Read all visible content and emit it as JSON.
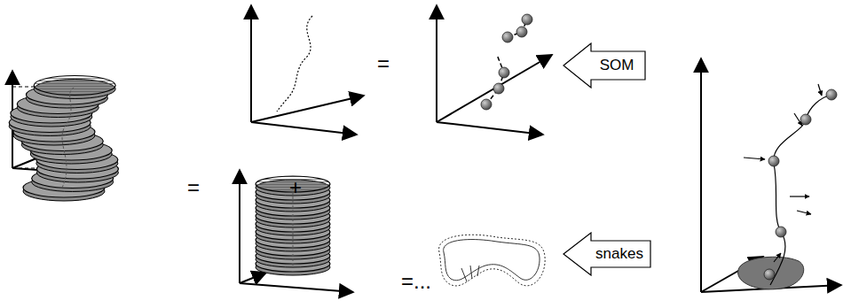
{
  "diagram": {
    "nodes": [
      {
        "text": [
          "SOM"
        ]
      },
      {
        "text": [
          "snakes"
        ]
      }
    ],
    "labels": [
      "=",
      "=",
      "+",
      "=..."
    ]
  }
}
